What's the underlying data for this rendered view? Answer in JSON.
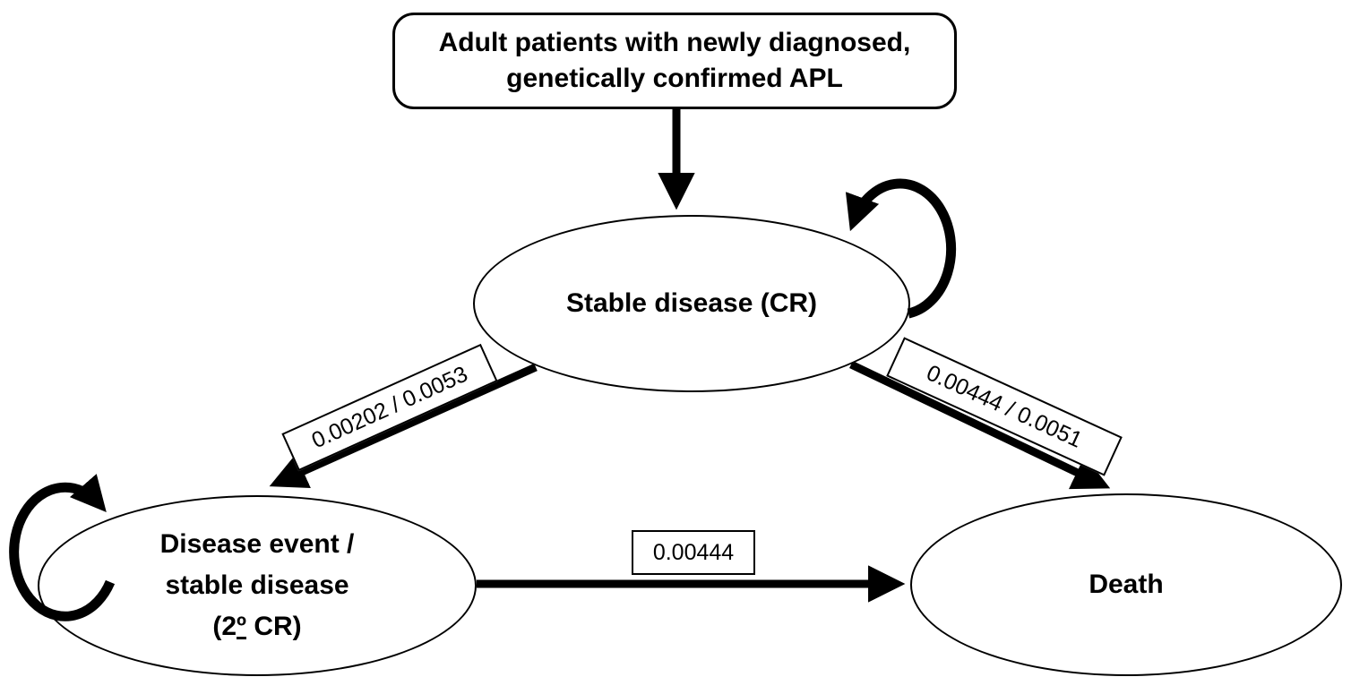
{
  "figure": {
    "background": "#ffffff",
    "ink": "#000000",
    "entry_box": {
      "line1": "Adult patients with newly diagnosed,",
      "line2": "genetically confirmed APL"
    },
    "states": {
      "stable": {
        "label": "Stable disease (CR)"
      },
      "disease_event": {
        "line1": "Disease event /",
        "line2": "stable disease",
        "line3_prefix": "(2",
        "line3_ordinal": "º",
        "line3_suffix": " CR)"
      },
      "death": {
        "label": "Death"
      }
    },
    "transition_labels": {
      "stable_to_disease_event": "0.00202 / 0.0053",
      "stable_to_death": "0.00444 / 0.0051",
      "disease_event_to_death": "0.00444"
    }
  }
}
